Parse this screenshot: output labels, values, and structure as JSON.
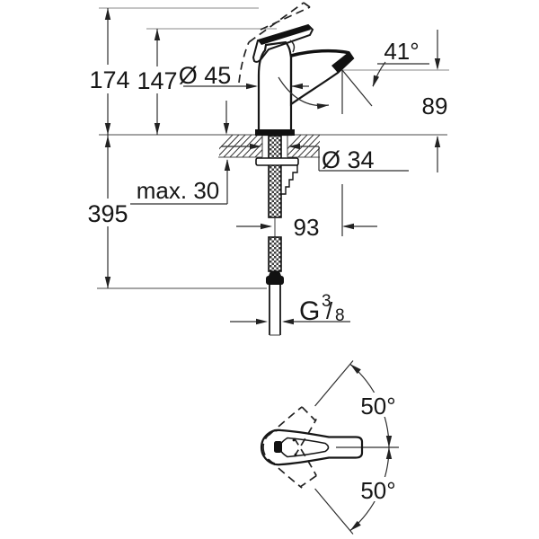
{
  "drawing": {
    "background": "#ffffff",
    "line_color": "#161616",
    "labels": {
      "height_with_lever_raised": "174",
      "overall_height": "147",
      "body_diameter": "Ø 45",
      "spout_angle": "41°",
      "spout_outlet_height": "89",
      "mounting_hole_diameter": "Ø 34",
      "max_counter_thickness": "max. 30",
      "hose_drop_length": "395",
      "spout_reach": "93",
      "handle_swing_upper": "50°",
      "handle_swing_lower": "50°",
      "thread": {
        "prefix": "G",
        "numerator": "3",
        "slash": "/",
        "denominator": "8"
      }
    }
  }
}
